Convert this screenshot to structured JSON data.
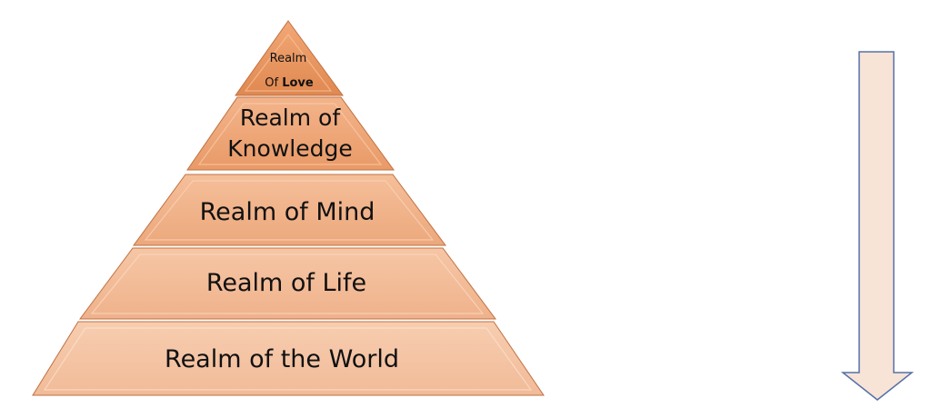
{
  "pyramid": {
    "levels": [
      {
        "line1": "Realm",
        "line2_prefix": "Of ",
        "line2_bold": "Love"
      },
      {
        "line1": "Realm of",
        "line2": "Knowledge"
      },
      {
        "label": "Realm of Mind"
      },
      {
        "label": "Realm of Life"
      },
      {
        "label": "Realm of the World"
      }
    ]
  },
  "arrow": {
    "direction": "down",
    "fill": "#f7e4d7",
    "stroke": "#5670a8"
  },
  "colors": {
    "top": "#e8935a",
    "level2": "#eca173",
    "level3": "#efae85",
    "level4": "#f1b993",
    "level5": "#f3c3a2",
    "edge": "#b8693a"
  }
}
